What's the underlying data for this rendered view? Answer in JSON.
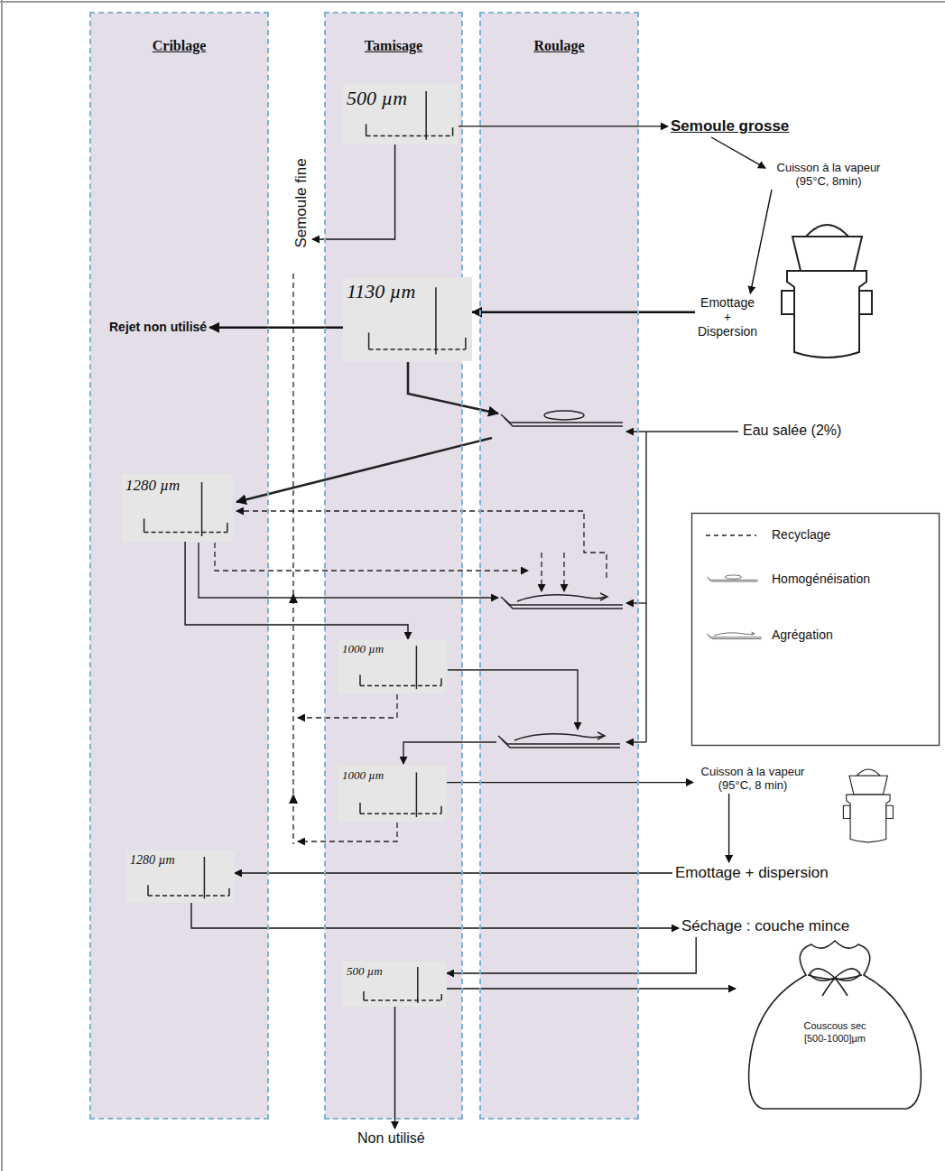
{
  "diagram": {
    "nodes": [
      {
        "text": [
          "Criblage"
        ]
      },
      {
        "text": [
          "Tamisage"
        ]
      },
      {
        "text": [
          "Roulage"
        ]
      },
      {
        "text": [
          "500 µm"
        ],
        "in": 1
      },
      {
        "text": [
          "Semoule grosse"
        ]
      },
      {
        "text": [
          "Cuisson à la vapeur (95°C, 8min)"
        ]
      },
      {
        "text": [
          "Semoule fine"
        ]
      },
      {
        "text": [
          "Rejet non utilisé"
        ]
      },
      {
        "text": [
          "1130 µm"
        ],
        "in": 1
      },
      {
        "text": [
          "Emottage + Dispersion"
        ]
      },
      {
        "text": [
          "Eau salée (2%)"
        ]
      },
      {
        "text": [
          "1280 µm"
        ],
        "in": 0
      },
      {
        "text": [
          "1000 µm"
        ],
        "in": 1
      },
      {
        "text": [
          "1000 µm"
        ],
        "in": 1
      },
      {
        "text": [
          "Cuisson à la vapeur (95°C, 8 min)"
        ]
      },
      {
        "text": [
          "Emottage + dispersion"
        ]
      },
      {
        "text": [
          "1280 µm"
        ],
        "in": 0
      },
      {
        "text": [
          "Séchage : couche mince"
        ]
      },
      {
        "text": [
          "Couscous sec [500-1000]µm"
        ]
      },
      {
        "text": [
          "500 µm"
        ],
        "in": 1
      },
      {
        "text": [
          "Non utilisé"
        ]
      }
    ],
    "edges": [
      {
        "from": 3,
        "to": 4,
        "arrow": "to"
      },
      {
        "from": 4,
        "to": 5,
        "arrow": "to"
      },
      {
        "from": 3,
        "to": 6,
        "arrow": "to"
      },
      {
        "from": 5,
        "to": 9,
        "arrow": "to"
      },
      {
        "from": 9,
        "to": 8,
        "arrow": "to"
      },
      {
        "from": 8,
        "to": 7,
        "arrow": "to"
      },
      {
        "from": 11,
        "to": 12,
        "arrow": "to"
      },
      {
        "from": 13,
        "to": 14,
        "arrow": "to"
      },
      {
        "from": 14,
        "to": 15,
        "arrow": "to"
      },
      {
        "from": 15,
        "to": 16,
        "arrow": "to"
      },
      {
        "from": 16,
        "to": 17,
        "arrow": "to"
      },
      {
        "from": 17,
        "to": 19,
        "arrow": "to"
      },
      {
        "from": 19,
        "to": 18,
        "arrow": "to"
      },
      {
        "from": 19,
        "to": 20,
        "arrow": "to"
      }
    ],
    "legend": [
      {
        "text": "Recyclage"
      },
      {
        "text": "Homogénéisation"
      },
      {
        "text": "Agrégation"
      }
    ]
  }
}
